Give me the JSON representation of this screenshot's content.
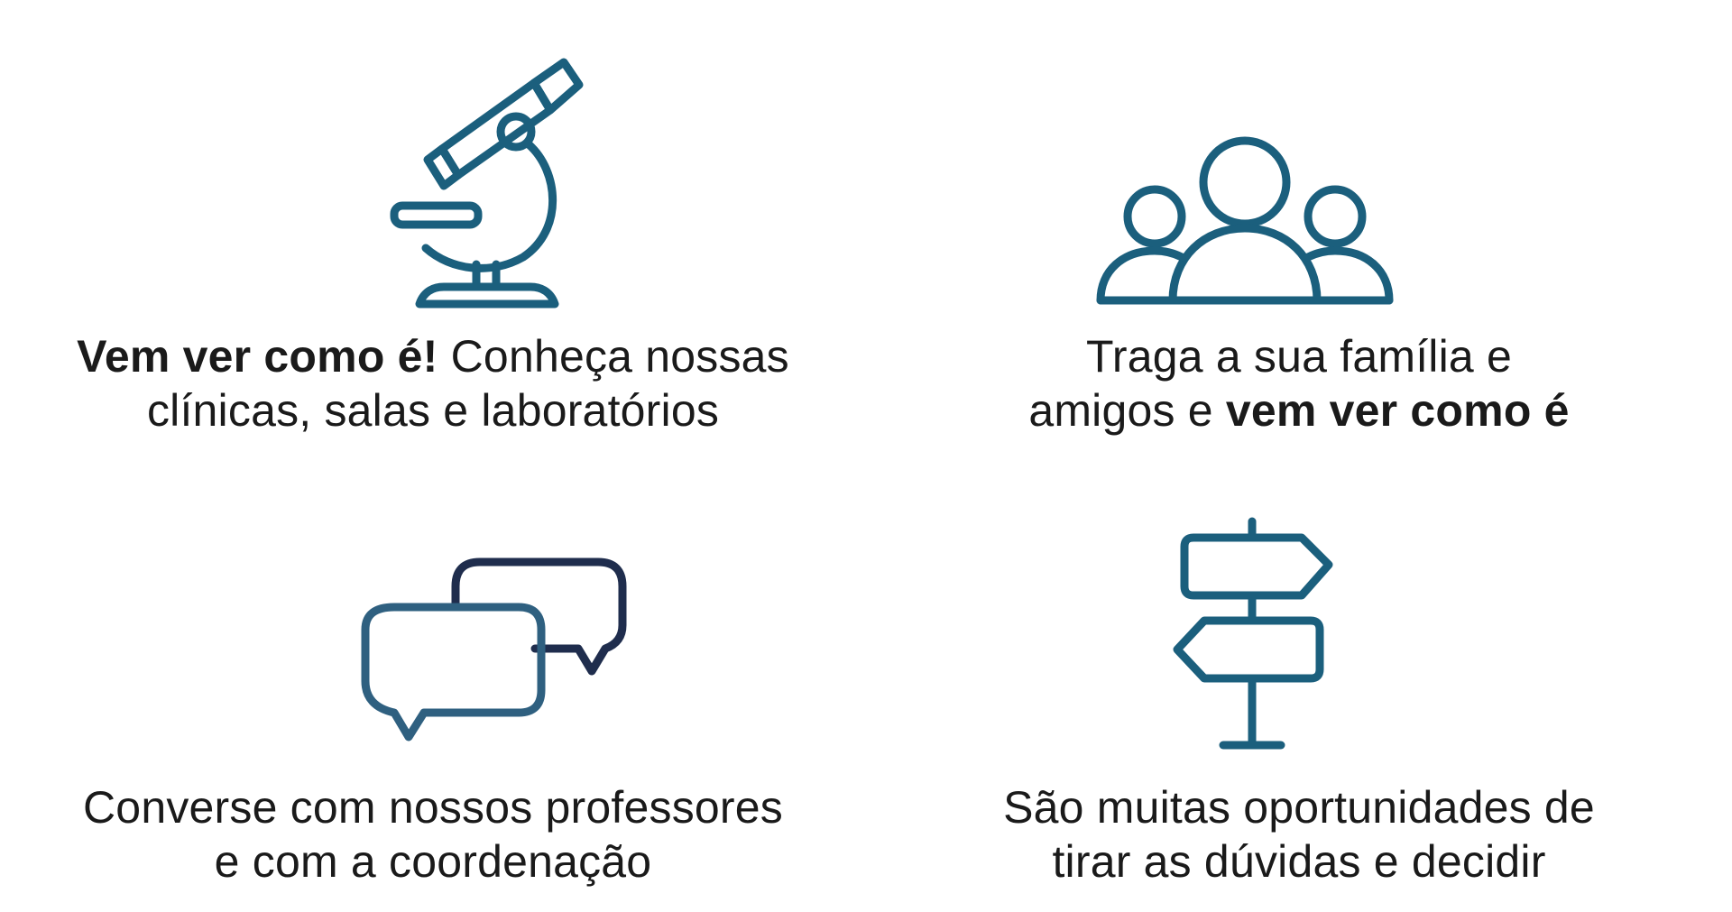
{
  "colors": {
    "icon_teal": "#1b5f7d",
    "icon_navy": "#1f2d4d",
    "icon_slate": "#2f6080",
    "text": "#1a1a1a",
    "background": "#ffffff"
  },
  "features": [
    {
      "icon": "microscope-icon",
      "line1_bold": "Vem ver como é!",
      "line1_rest": " Conheça nossas",
      "line2": "clínicas, salas e laboratórios"
    },
    {
      "icon": "group-people-icon",
      "line1": "Traga a sua família e",
      "line2_plain": "amigos e ",
      "line2_bold": "vem ver como é"
    },
    {
      "icon": "chat-bubbles-icon",
      "line1": "Converse com nossos professores",
      "line2": "e com a coordenação"
    },
    {
      "icon": "signpost-icon",
      "line1": "São muitas oportunidades de",
      "line2": "tirar as dúvidas e decidir"
    }
  ]
}
